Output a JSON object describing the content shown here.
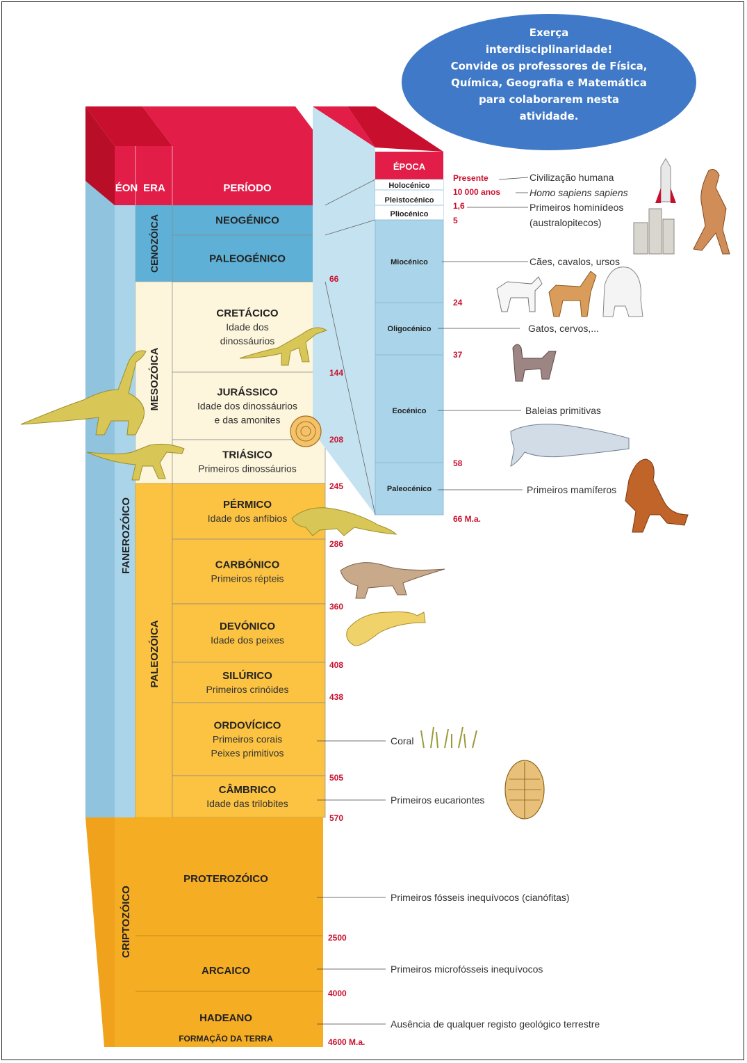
{
  "headers": {
    "eon": "ÉON",
    "era": "ERA",
    "period": "PERÍODO",
    "epoch": "ÉPOCA"
  },
  "eons": [
    {
      "name": "FANEROZÓICO"
    },
    {
      "name": "CRIPTOZÓICO"
    }
  ],
  "eras": [
    {
      "name": "CENOZÓICA"
    },
    {
      "name": "MESOZÓICA"
    },
    {
      "name": "PALEOZÓICA"
    }
  ],
  "periods": [
    {
      "name": "NEOGÉNICO",
      "sub": []
    },
    {
      "name": "PALEOGÉNICO",
      "sub": []
    },
    {
      "name": "CRETÁCICO",
      "sub": [
        "Idade dos",
        "dinossáurios"
      ]
    },
    {
      "name": "JURÁSSICO",
      "sub": [
        "Idade dos dinossáurios",
        "e das amonites"
      ]
    },
    {
      "name": "TRIÁSICO",
      "sub": [
        "Primeiros dinossáurios"
      ]
    },
    {
      "name": "PÉRMICO",
      "sub": [
        "Idade dos anfíbios"
      ]
    },
    {
      "name": "CARBÓNICO",
      "sub": [
        "Primeiros répteis"
      ]
    },
    {
      "name": "DEVÓNICO",
      "sub": [
        "Idade dos peixes"
      ]
    },
    {
      "name": "SILÚRICO",
      "sub": [
        "Primeiros crinóides"
      ]
    },
    {
      "name": "ORDOVÍCICO",
      "sub": [
        "Primeiros corais",
        "Peixes primitivos"
      ]
    },
    {
      "name": "CÂMBRICO",
      "sub": [
        "Idade das trilobites"
      ]
    },
    {
      "name": "PROTEROZÓICO",
      "sub": []
    },
    {
      "name": "ARCAICO",
      "sub": []
    },
    {
      "name": "HADEANO",
      "sub": []
    }
  ],
  "formation_label": "FORMAÇÃO DA TERRA",
  "period_ages": [
    "66",
    "144",
    "208",
    "245",
    "286",
    "360",
    "408",
    "438",
    "505",
    "570",
    "2500",
    "4000",
    "4600 M.a."
  ],
  "epochs": [
    {
      "name": "Holocénico"
    },
    {
      "name": "Pleistocénico"
    },
    {
      "name": "Pliocénico"
    },
    {
      "name": "Miocénico"
    },
    {
      "name": "Oligocénico"
    },
    {
      "name": "Eocénico"
    },
    {
      "name": "Paleocénico"
    }
  ],
  "epoch_ages": [
    "Presente",
    "10 000 anos",
    "1,6",
    "5",
    "24",
    "37",
    "58",
    "66 M.a."
  ],
  "annotations": {
    "civilizacao": "Civilização humana",
    "homo": "Homo sapiens sapiens",
    "hominideos1": "Primeiros hominídeos",
    "hominideos2": "(australopitecos)",
    "caes": "Cães, cavalos, ursos",
    "gatos": "Gatos, cervos,...",
    "baleias": "Baleias primitivas",
    "mamiferos": "Primeiros mamíferos",
    "coral": "Coral",
    "eucariontes": "Primeiros eucariontes",
    "fosseis": "Primeiros fósseis inequívocos (cianófitas)",
    "microfosseis": "Primeiros microfósseis inequívocos",
    "ausencia": "Ausência de qualquer registo geológico terrestre"
  },
  "callout": [
    "Exerça",
    "interdisciplinaridade!",
    "Convide os professores de Física,",
    "Química, Geografia e Matemática",
    "para colaborarem nesta",
    "atividade."
  ],
  "colors": {
    "red": "#e11d48",
    "cenozoic": "#5fb0d6",
    "mesozoic": "#fdf6dc",
    "paleozoic": "#fcc342",
    "precambrian": "#f5ad24",
    "eon_blue": "#a9d4ea",
    "callout": "#3f79c7"
  }
}
